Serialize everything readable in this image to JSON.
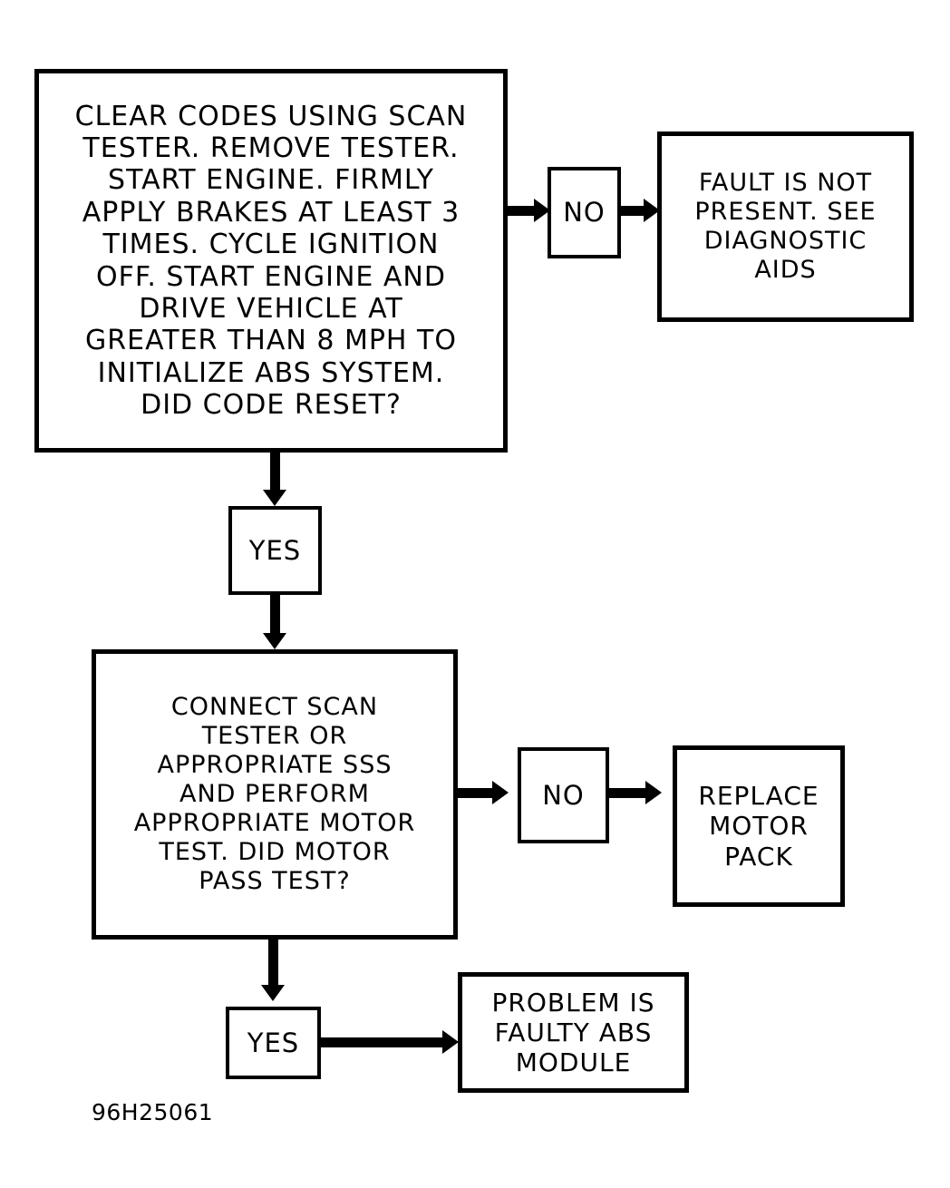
{
  "diagram": {
    "figure_id": "96H25061",
    "ink_color": "#000000",
    "background_color": "#ffffff",
    "nodes": {
      "step1": {
        "text": "CLEAR CODES USING SCAN\nTESTER. REMOVE TESTER.\nSTART ENGINE. FIRMLY\nAPPLY BRAKES AT LEAST 3\nTIMES. CYCLE IGNITION\nOFF. START ENGINE AND\nDRIVE VEHICLE AT\nGREATER THAN 8 MPH TO\nINITIALIZE ABS SYSTEM.\nDID CODE RESET?"
      },
      "step1_no_label": {
        "text": "NO"
      },
      "step1_no_result": {
        "text": "FAULT IS NOT\nPRESENT. SEE\nDIAGNOSTIC\nAIDS"
      },
      "step1_yes_label": {
        "text": "YES"
      },
      "step2": {
        "text": "CONNECT SCAN\nTESTER OR\nAPPROPRIATE SSS\nAND PERFORM\nAPPROPRIATE MOTOR\nTEST. DID MOTOR\nPASS TEST?"
      },
      "step2_no_label": {
        "text": "NO"
      },
      "step2_no_result": {
        "text": "REPLACE\nMOTOR\nPACK"
      },
      "step2_yes_label": {
        "text": "YES"
      },
      "step2_yes_result": {
        "text": "PROBLEM IS\nFAULTY ABS\nMODULE"
      }
    }
  }
}
